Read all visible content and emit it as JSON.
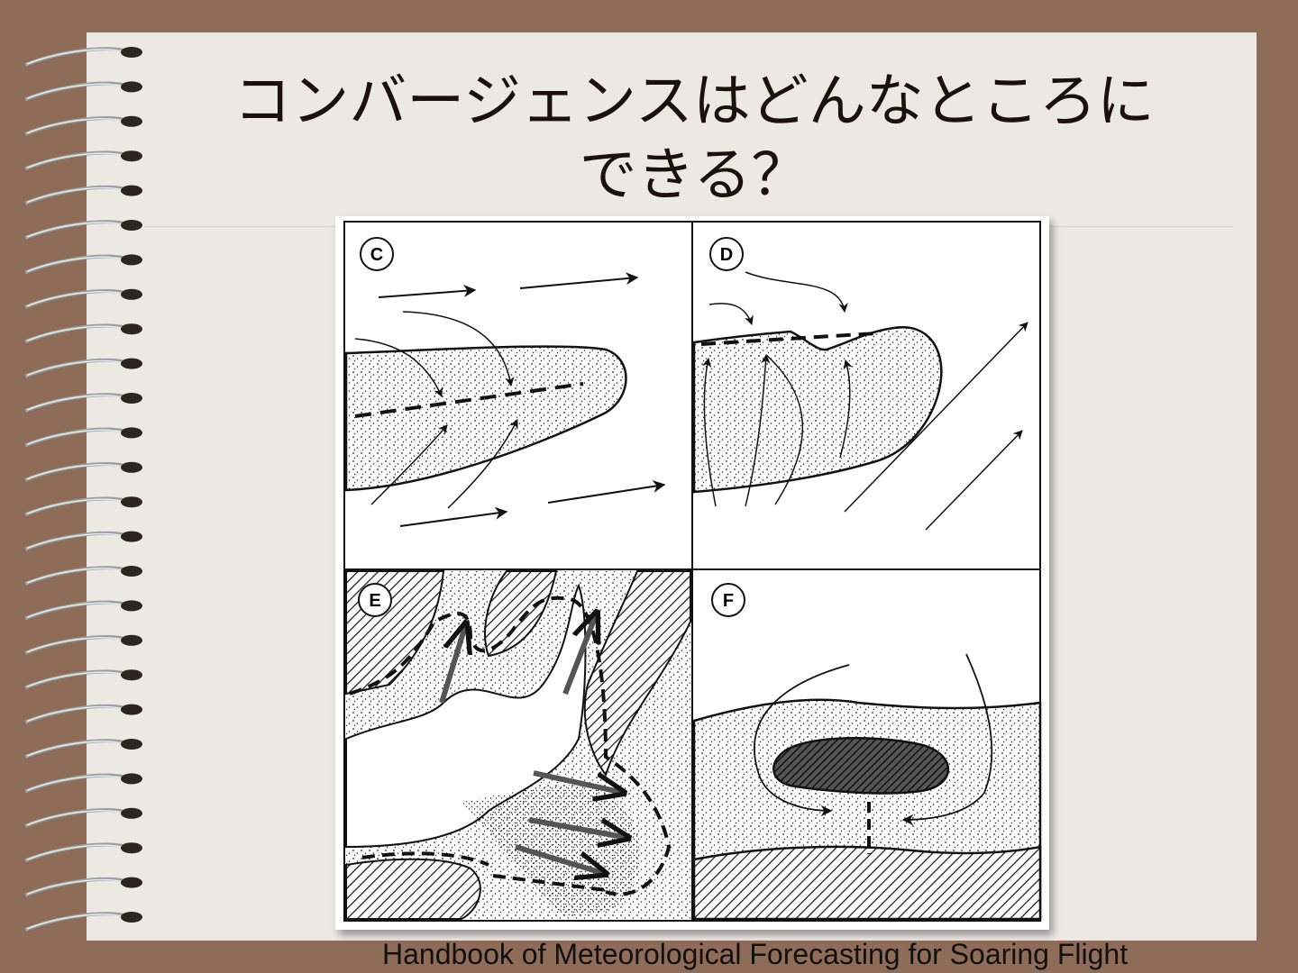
{
  "slide": {
    "title_line1": "コンバージェンスはどんなところに",
    "title_line2": "できる？",
    "caption": "Handbook of Meteorological Forecasting for Soaring Flight"
  },
  "figure": {
    "panels": [
      {
        "label": "C"
      },
      {
        "label": "D"
      },
      {
        "label": "E"
      },
      {
        "label": "F"
      }
    ]
  },
  "colors": {
    "background": "#8e6c58",
    "paper": "#ece8e4",
    "text": "#1a120c"
  }
}
